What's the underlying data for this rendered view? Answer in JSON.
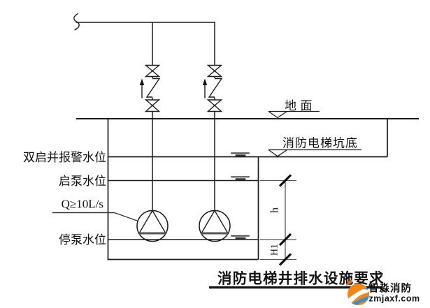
{
  "diagram": {
    "title": "消防电梯井排水设施要求",
    "labels": {
      "ground": "地面",
      "pit_bottom": "消防电梯坑底",
      "alarm_level": "双启并报警水位",
      "pump_start_level": "启泵水位",
      "flow_rate": "Q≥10L/s",
      "pump_stop_level": "停泵水位",
      "dim_h": "h",
      "dim_h1": "H1"
    },
    "line_color": "#1c1c1c",
    "icons": {
      "gate_valve": "gate-valve-icon: bowtie (two facing triangles) on vertical pipe",
      "check_valve": "check-valve-icon: z-shaped flap symbol",
      "flow_arrow": "flow-arrow-icon: upward filled arrow beside check valve",
      "pump": "pump-icon: circle with inscribed triangle (submersible pump)",
      "level_marker": "level-marker-icon: open downward triangle on underlined label",
      "water_surface": "water-surface-icon: short dark dashes above water line",
      "pipe_break": "pipe-break-icon: s-curve break at pipe end"
    }
  },
  "watermark": {
    "brand": "智淼消防",
    "site": "zmjaxf.com",
    "brand_color": "#ee7d00",
    "site_color": "#222222",
    "logo_colors": {
      "orange": "#f28618",
      "blue": "#3f8fca",
      "leaf": "#d96c10"
    }
  }
}
